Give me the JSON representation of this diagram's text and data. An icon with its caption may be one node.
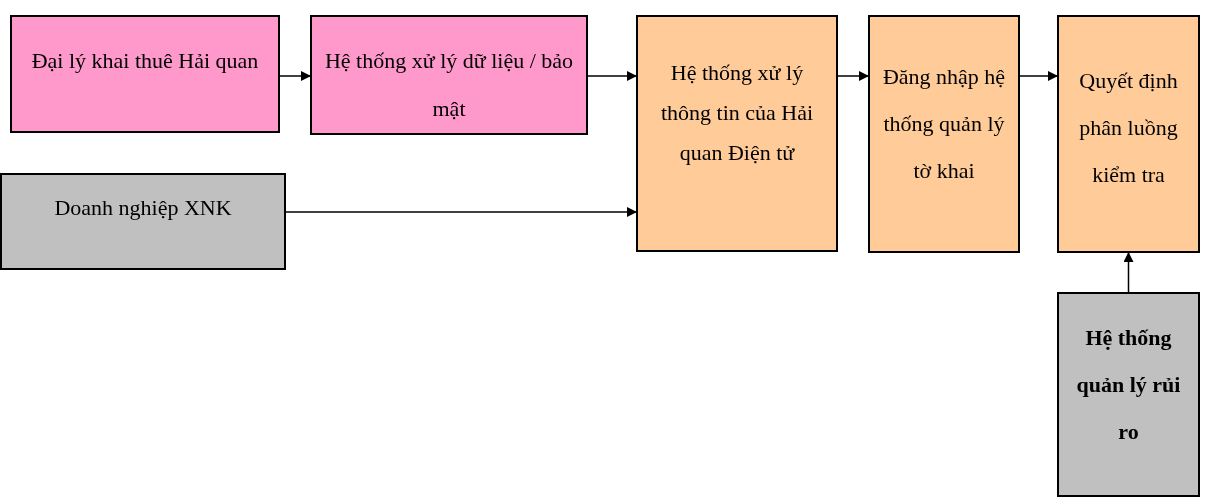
{
  "diagram": {
    "nodes": [
      {
        "text": [
          "Đại lý khai thuê Hải quan"
        ]
      },
      {
        "text": [
          "Hệ thống xử lý dữ liệu / bảo mật"
        ]
      },
      {
        "text": [
          "Hệ thống xử lý thông tin của Hải quan Điện tử"
        ]
      },
      {
        "text": [
          "Đăng nhập hệ thống quản lý tờ khai"
        ]
      },
      {
        "text": [
          "Quyết định phân luồng kiểm tra"
        ]
      },
      {
        "text": [
          "Doanh nghiệp XNK"
        ]
      },
      {
        "text": [
          "Hệ thống quản lý rủi ro"
        ]
      }
    ],
    "edges": [
      {
        "from": 0,
        "to": 1,
        "arrow": "to"
      },
      {
        "from": 1,
        "to": 2,
        "arrow": "to"
      },
      {
        "from": 5,
        "to": 2,
        "arrow": "to"
      },
      {
        "from": 2,
        "to": 3,
        "arrow": "to"
      },
      {
        "from": 3,
        "to": 4,
        "arrow": "to"
      },
      {
        "from": 6,
        "to": 4,
        "arrow": "to"
      }
    ]
  }
}
